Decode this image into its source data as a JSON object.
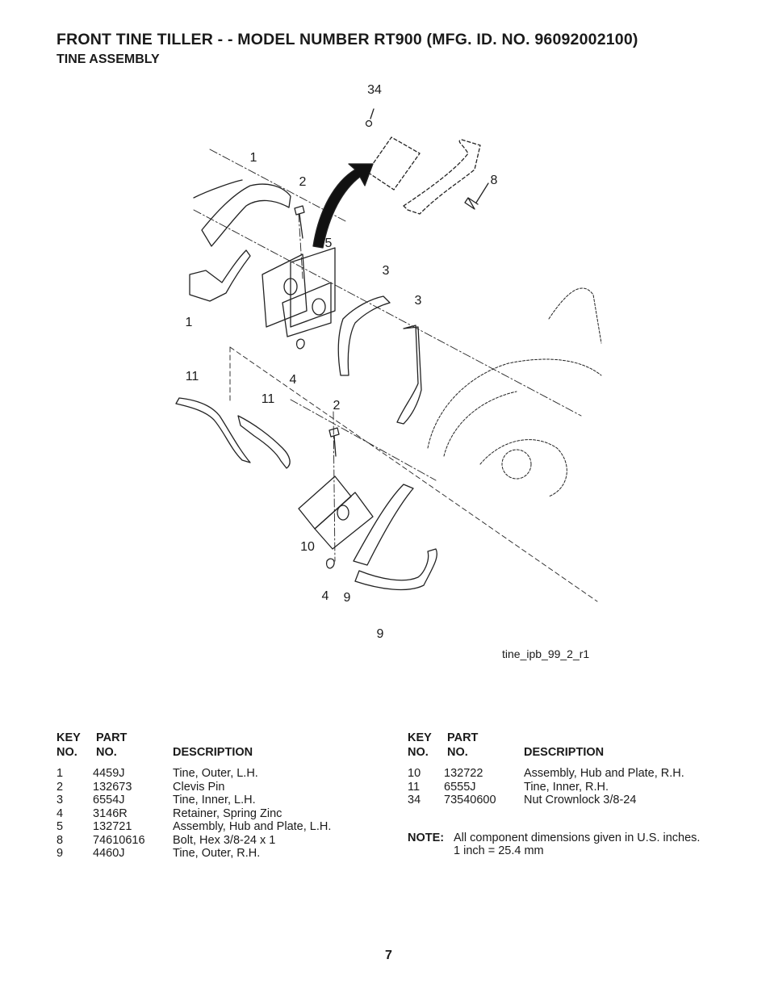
{
  "header": {
    "title": "FRONT TINE TILLER - - MODEL NUMBER RT900 (MFG. ID. NO. 96092002100)",
    "subtitle": "TINE ASSEMBLY"
  },
  "diagram": {
    "figure_id": "tine_ipb_99_2_r1",
    "callouts": [
      "34",
      "1",
      "2",
      "8",
      "5",
      "3",
      "3",
      "1",
      "11",
      "4",
      "11",
      "2",
      "10",
      "4",
      "9",
      "9"
    ]
  },
  "columns": {
    "key_no": [
      "KEY",
      "NO."
    ],
    "part_no": [
      "PART",
      "NO."
    ],
    "description": "DESCRIPTION"
  },
  "parts_left": [
    {
      "key": "1",
      "part": "4459J",
      "desc": "Tine, Outer, L.H."
    },
    {
      "key": "2",
      "part": "132673",
      "desc": "Clevis Pin"
    },
    {
      "key": "3",
      "part": "6554J",
      "desc": "Tine, Inner, L.H."
    },
    {
      "key": "4",
      "part": "3146R",
      "desc": "Retainer, Spring Zinc"
    },
    {
      "key": "5",
      "part": "132721",
      "desc": "Assembly, Hub and Plate, L.H."
    },
    {
      "key": "8",
      "part": "74610616",
      "desc": "Bolt, Hex  3/8-24 x 1"
    },
    {
      "key": "9",
      "part": "4460J",
      "desc": "Tine, Outer, R.H."
    }
  ],
  "parts_right": [
    {
      "key": "10",
      "part": "132722",
      "desc": "Assembly, Hub and Plate, R.H."
    },
    {
      "key": "11",
      "part": "6555J",
      "desc": "Tine, Inner, R.H."
    },
    {
      "key": "34",
      "part": "73540600",
      "desc": "Nut Crownlock 3/8-24"
    }
  ],
  "note": {
    "label": "NOTE:",
    "line1": "All component dimensions given in U.S. inches.",
    "line2": "1 inch = 25.4 mm"
  },
  "page_number": "7"
}
